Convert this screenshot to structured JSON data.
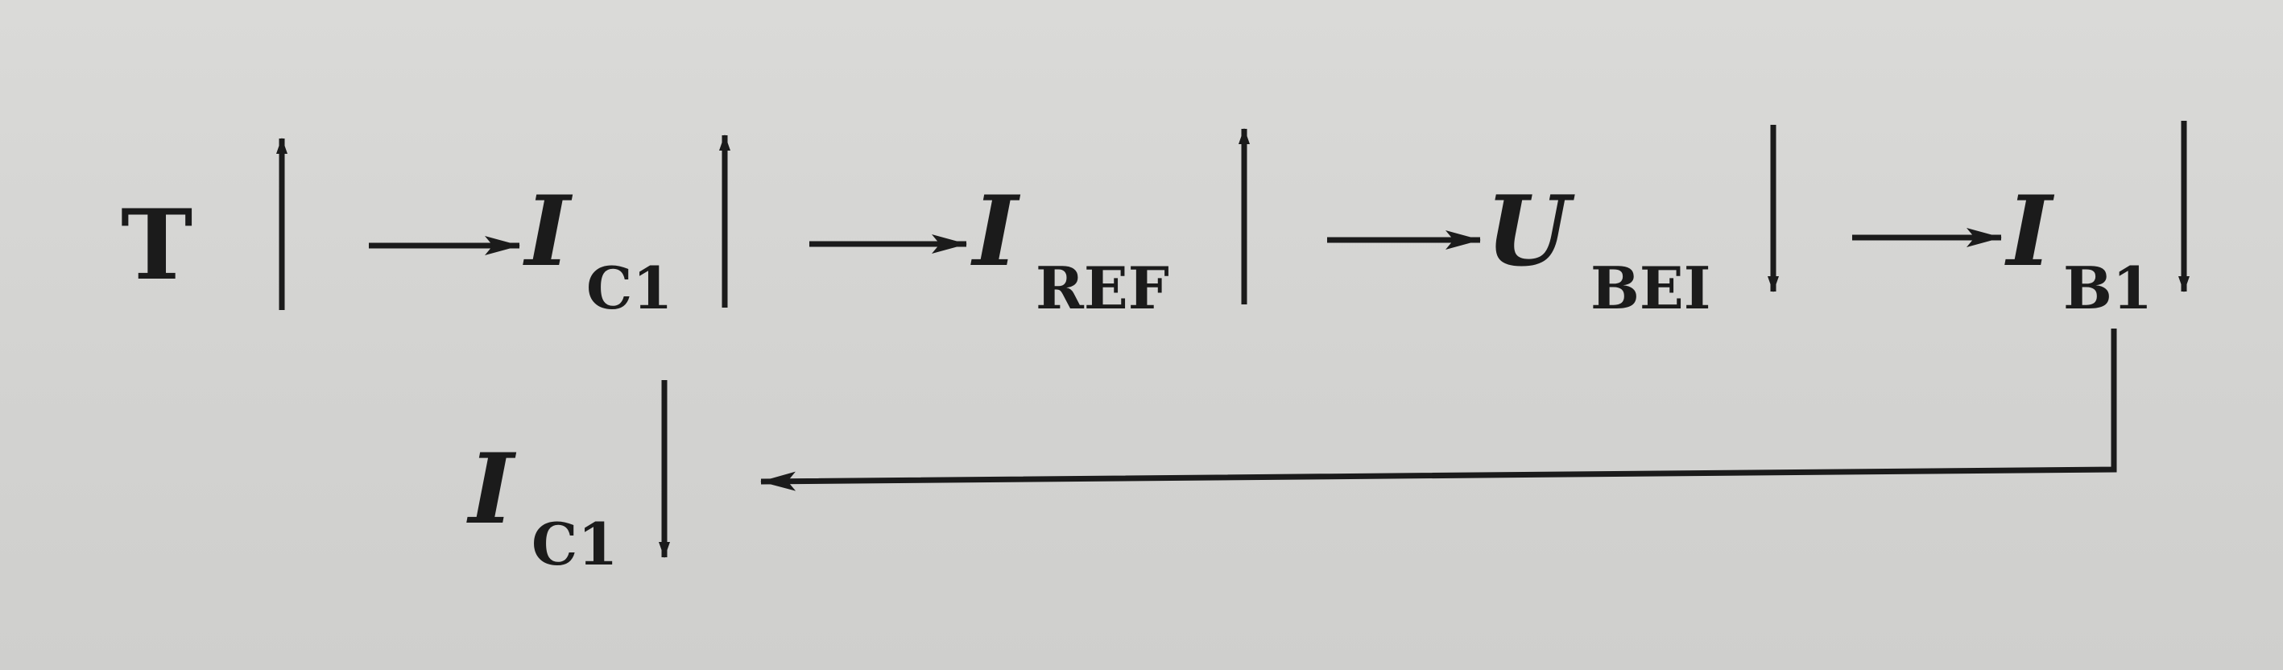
{
  "nodes": [
    {
      "main": "T",
      "sub": ""
    },
    {
      "main": "I",
      "sub": "C1"
    },
    {
      "main": "I",
      "sub": "REF"
    },
    {
      "main": "U",
      "sub": "BEI"
    },
    {
      "main": "I",
      "sub": "B1"
    },
    {
      "main": "I",
      "sub": "C1"
    }
  ],
  "trends": [
    "up",
    "up",
    "up",
    "down",
    "down",
    "down"
  ],
  "colors": {
    "ink": "#1b1b1b",
    "paper": "#d6d6d4"
  }
}
